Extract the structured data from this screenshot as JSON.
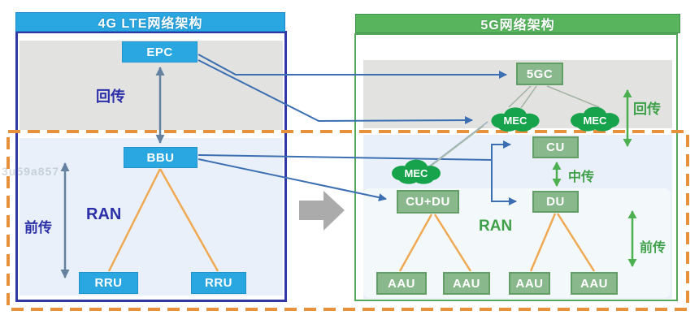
{
  "left_panel": {
    "title": "4G LTE网络架构",
    "backhaul_label": "回传",
    "ran_label": "RAN",
    "fronthaul_label": "前传",
    "nodes": {
      "epc": "EPC",
      "bbu": "BBU",
      "rru1": "RRU",
      "rru2": "RRU"
    }
  },
  "right_panel": {
    "title": "5G网络架构",
    "backhaul_label": "回传",
    "midhaul_label": "中传",
    "fronthaul_label": "前传",
    "ran_label": "RAN",
    "nodes": {
      "core": "5GC",
      "mec_backhaul_1": "MEC",
      "mec_backhaul_2": "MEC",
      "mec_edge": "MEC",
      "cu": "CU",
      "du": "DU",
      "cu_du": "CU+DU",
      "aau1": "AAU",
      "aau2": "AAU",
      "aau3": "AAU",
      "aau4": "AAU"
    }
  },
  "watermark": "3u59a857",
  "colors": {
    "blue_box": "#2AA7E0",
    "navy_frame": "#3038A8",
    "green_header": "#58B55E",
    "green_frame": "#55A85A",
    "green_box_fill": "#8AB88D",
    "mec_cloud": "#17A34B",
    "orange_dashed": "#E8913C",
    "orange_line": "#F0A953",
    "blue_arrow": "#3C6FB2",
    "steel_arrow": "#64819F",
    "green_arrow": "#4CAF50",
    "gray_area": "#E2E2E1",
    "light_blue_area": "#E9F0F9",
    "transition_arrow": "#ABABAB"
  }
}
